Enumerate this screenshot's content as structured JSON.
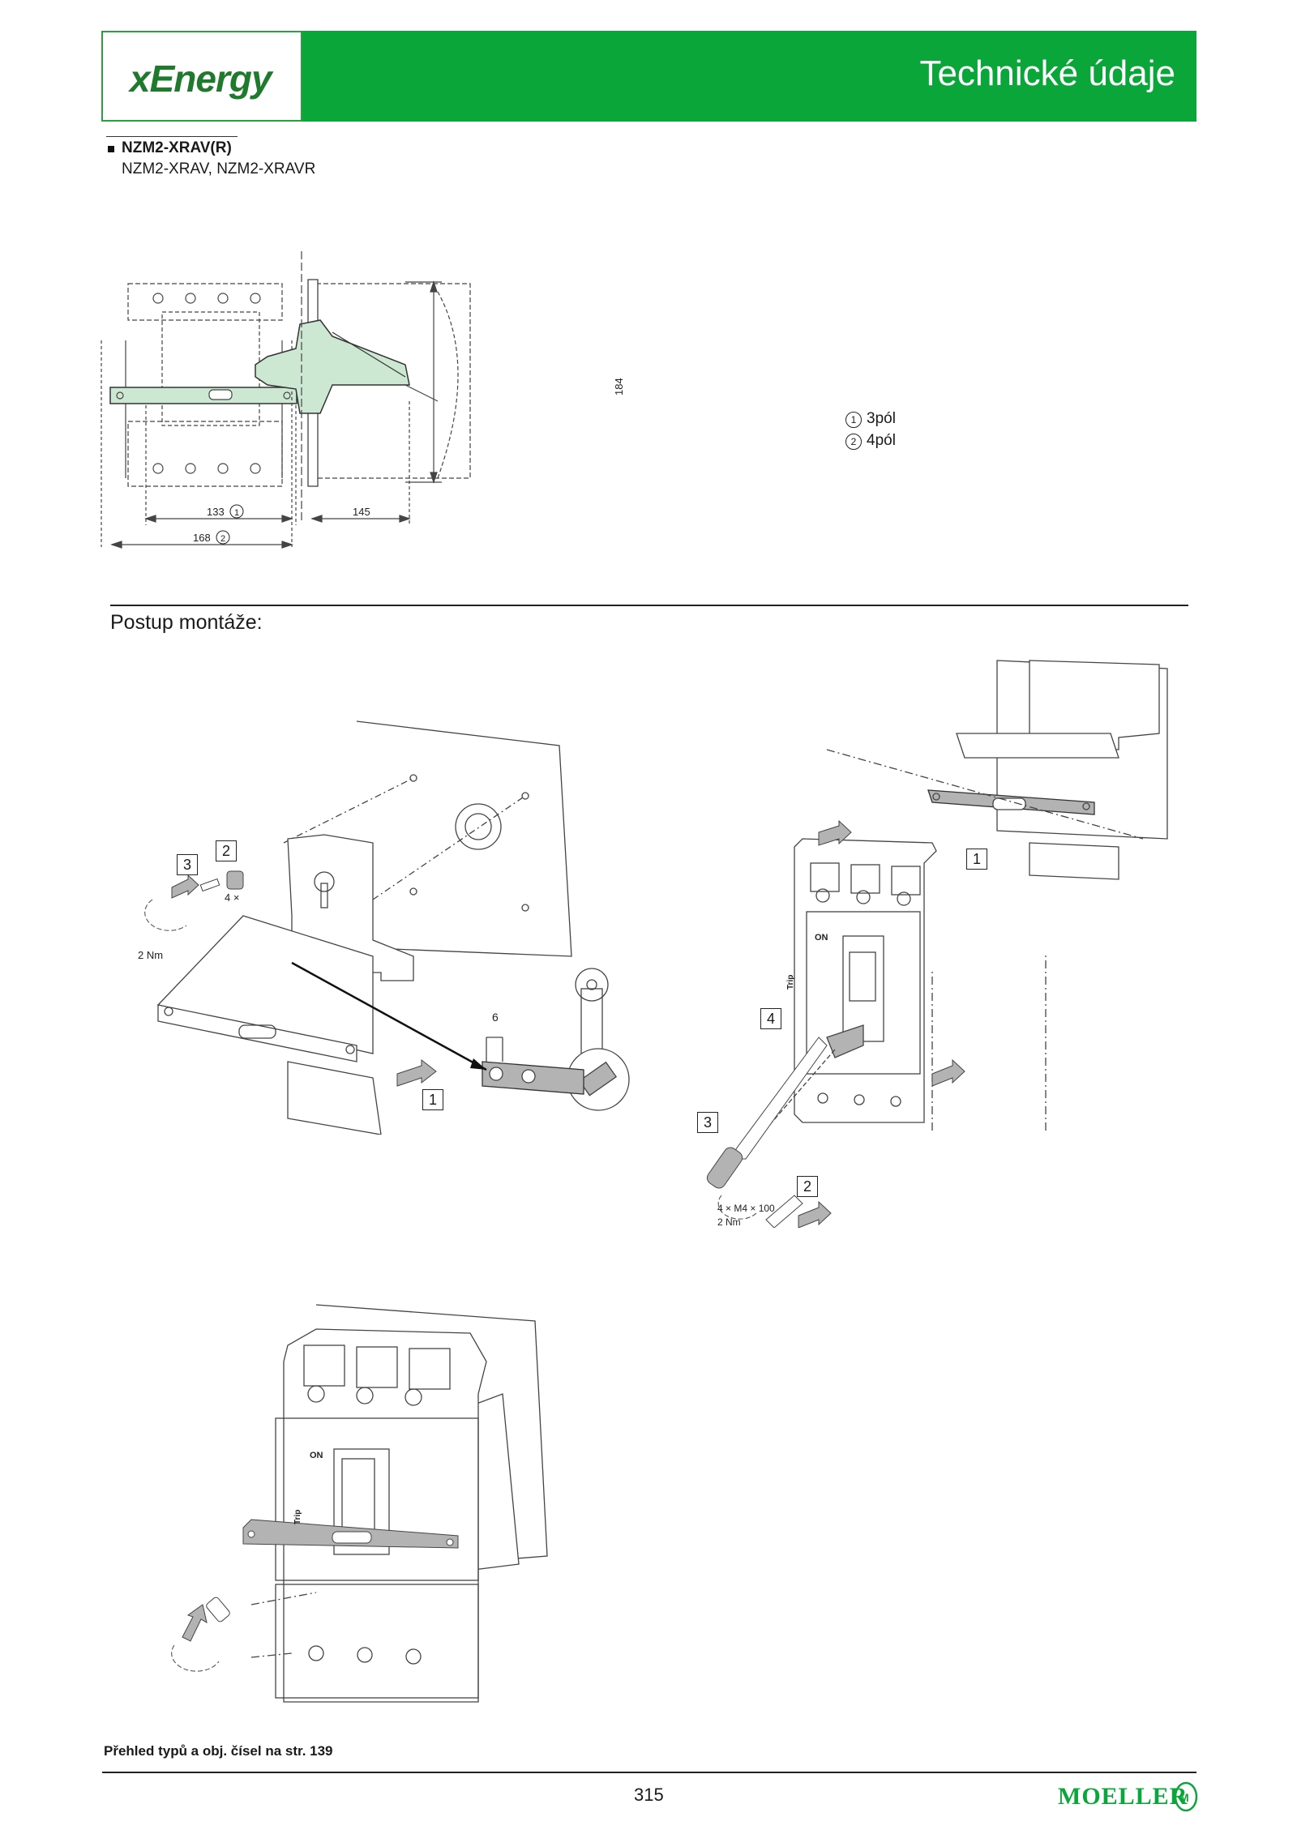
{
  "header": {
    "logo": "xEnergy",
    "title": "Technické údaje"
  },
  "product": {
    "name": "NZM2-XRAV(R)",
    "variants": "NZM2-XRAV, NZM2-XRAVR"
  },
  "drawing": {
    "dim_133": "133",
    "dim_168": "168",
    "dim_145": "145",
    "dim_184": "184",
    "callout_1": "1",
    "callout_2": "2"
  },
  "legend": [
    {
      "num": "1",
      "text": "3pól"
    },
    {
      "num": "2",
      "text": "4pól"
    }
  ],
  "section": {
    "title": "Postup montáže:"
  },
  "step1": {
    "step_3": "3",
    "step_2": "2",
    "step_1": "1",
    "count": "4 ×",
    "torque": "2 Nm",
    "dim_6": "6"
  },
  "step2": {
    "step_1": "1",
    "step_4": "4",
    "step_3": "3",
    "step_2": "2",
    "screw": "4 × M4 × 100",
    "torque": "2 Nm",
    "on_label": "ON",
    "trip_label": "Trip"
  },
  "step3": {
    "on_label": "ON",
    "trip_label": "Trip"
  },
  "footer": {
    "note": "Přehled typů a obj. čísel na str. 139",
    "page": "315",
    "brand": "MOELLER"
  },
  "colors": {
    "accent": "#0aa63a",
    "handle_fill": "#cde8d2",
    "part_gray": "#b3b3b3"
  }
}
